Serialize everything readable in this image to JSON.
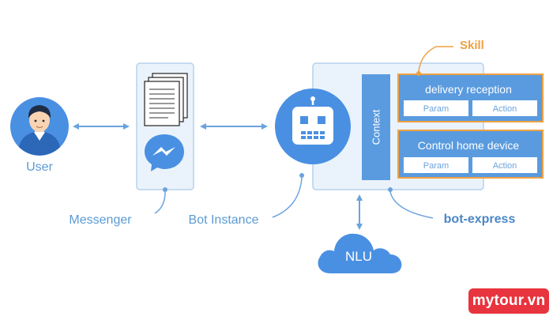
{
  "labels": {
    "user": "User",
    "messenger": "Messenger",
    "bot_instance": "Bot Instance",
    "context": "Context",
    "skill": "Skill",
    "bot_express": "bot-express",
    "nlu": "NLU"
  },
  "skills": [
    {
      "name": "delivery reception",
      "param": "Param",
      "action": "Action"
    },
    {
      "name": "Control home device",
      "param": "Param",
      "action": "Action"
    }
  ],
  "watermark": "mytour.vn",
  "colors": {
    "primary": "#4a90e2",
    "light_blue_fill": "#eaf3fb",
    "accent_orange": "#f0a043",
    "watermark_red": "#e8343e"
  },
  "icons": [
    "user-avatar-icon",
    "documents-icon",
    "messenger-icon",
    "robot-icon",
    "cloud-icon"
  ]
}
